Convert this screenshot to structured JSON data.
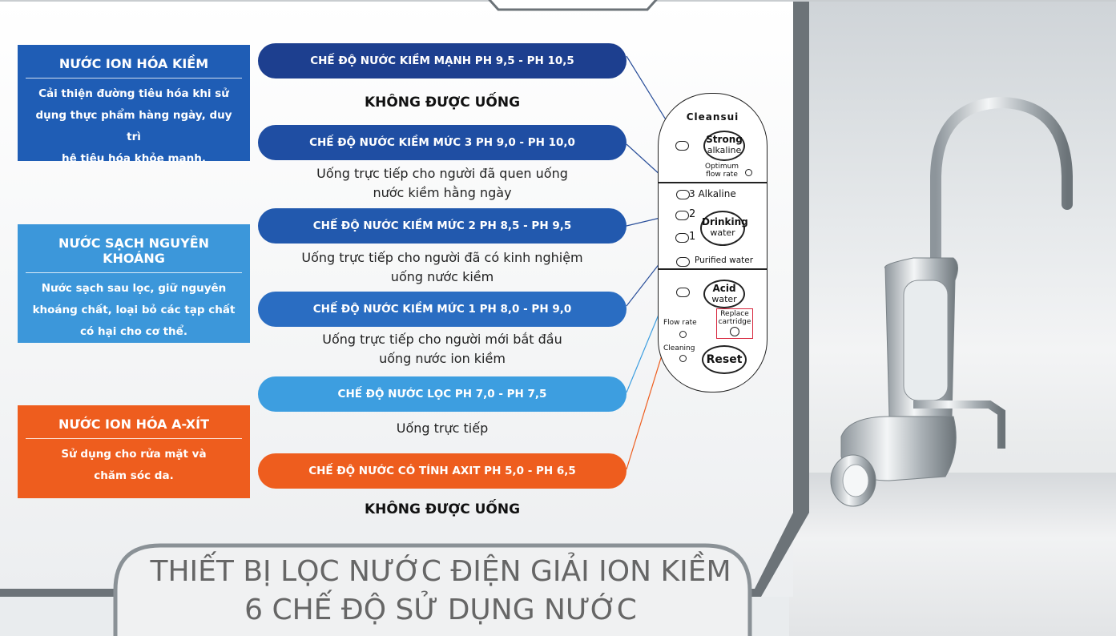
{
  "left_boxes": [
    {
      "title": "NƯỚC ION HÓA KIỀM",
      "lines": [
        "Cải thiện đường tiêu hóa khi sử",
        "dụng thực phẩm hàng ngày, duy trì",
        "hệ tiêu hóa khỏe mạnh."
      ],
      "color": "#1f5db5"
    },
    {
      "title": "NƯỚC SẠCH NGUYÊN KHOÁNG",
      "lines": [
        "Nước sạch sau lọc, giữ nguyên",
        "khoáng chất, loại bỏ các tạp chất",
        "có hại cho cơ thể."
      ],
      "color": "#3c97da"
    },
    {
      "title": "NƯỚC ION HÓA A-XÍT",
      "lines": [
        "Sử dụng cho rửa mặt và",
        "chăm sóc da."
      ],
      "color": "#ee5d1e"
    }
  ],
  "modes": [
    {
      "label": "CHẾ ĐỘ NƯỚC KIỀM MẠNH PH 9,5 - PH 10,5",
      "color": "#1d3f8f"
    },
    {
      "label": "CHẾ ĐỘ NƯỚC KIỀM MỨC 3 PH 9,0 - PH 10,0",
      "color": "#1f4ea3"
    },
    {
      "label": "CHẾ ĐỘ NƯỚC KIỀM MỨC 2 PH 8,5 - PH 9,5",
      "color": "#2259ae"
    },
    {
      "label": "CHẾ ĐỘ NƯỚC KIỀM MỨC 1 PH 8,0 - PH 9,0",
      "color": "#2a6dc2"
    },
    {
      "label": "CHẾ ĐỘ NƯỚC LỌC PH 7,0 - PH 7,5",
      "color": "#3d9ee0"
    },
    {
      "label": "CHẾ ĐỘ NƯỚC CÓ TÍNH AXIT PH 5,0 - PH 6,5",
      "color": "#ee5d1e"
    }
  ],
  "notes": {
    "strong": "KHÔNG ĐƯỢC  UỐNG",
    "level3": [
      "Uống trực tiếp cho người đã quen uống",
      "nước kiềm hằng ngày"
    ],
    "level2": [
      "Uống trực tiếp cho người đã có kinh nghiệm",
      "uống nước kiềm"
    ],
    "level1": [
      "Uống trực tiếp cho người mới bắt đầu",
      "uống nước ion kiềm"
    ],
    "purified": "Uống trực tiếp",
    "acid": "KHÔNG ĐƯỢC  UỐNG"
  },
  "panel": {
    "brand": "Cleansui",
    "strong_btn": [
      "Strong",
      "alkaline"
    ],
    "optimum": [
      "Optimum",
      "flow rate"
    ],
    "alkaline_label": "3 Alkaline",
    "level2_label": "2",
    "level1_label": "1",
    "drinking_btn": [
      "Drinking",
      "water"
    ],
    "purified_label": "Purified water",
    "acid_btn": [
      "Acid",
      "water"
    ],
    "replace": [
      "Replace",
      "cartridge"
    ],
    "flow_rate": "Flow rate",
    "cleaning": "Cleaning",
    "reset": "Reset"
  },
  "footer": {
    "line1": "THIẾT BỊ LỌC NƯỚC ĐIỆN GIẢI ION KIỀM",
    "line2": "6 CHẾ ĐỘ SỬ DỤNG NƯỚC"
  },
  "colors": {
    "accent_red": "#d7263d",
    "frame_gray": "#6c7378"
  }
}
